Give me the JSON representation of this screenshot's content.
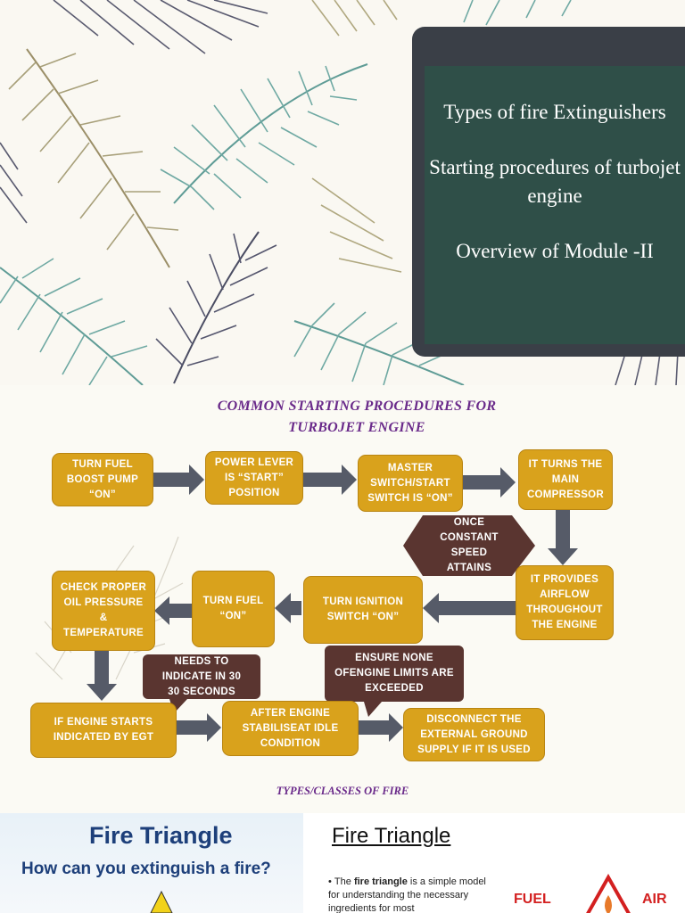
{
  "slide1": {
    "lines": [
      "Types of fire Extinguishers",
      "Starting procedures of turbojet engine",
      "Overview of Module -II"
    ]
  },
  "slide2": {
    "title_line1": "COMMON STARTING PROCEDURES FOR",
    "title_line2": "TURBOJET ENGINE",
    "steps": [
      "TURN FUEL\nBOOST PUMP\n“ON”",
      "POWER LEVER\nIS “START”\nPOSITION",
      "MASTER\nSWITCH/START\nSWITCH IS “ON”",
      "IT TURNS THE\nMAIN\nCOMPRESSOR",
      "IT PROVIDES\nAIRFLOW\nTHROUGHOUT\nTHE ENGINE",
      "TURN IGNITION\nSWITCH  “ON”",
      "TURN FUEL\n“ON”",
      "CHECK PROPER\nOIL PRESSURE\n&\nTEMPERATURE",
      "IF ENGINE STARTS\nINDICATED BY EGT",
      "AFTER ENGINE\nSTABILISEAT IDLE\nCONDITION",
      "DISCONNECT THE\nEXTERNAL GROUND\nSUPPLY IF IT IS USED"
    ],
    "notes": {
      "constant_speed": "ONCE\nCONSTANT\nSPEED\nATTAINS",
      "indicate": "NEEDS TO\nINDICATE IN 30\n30 SECONDS",
      "engine_limits": "ENSURE NONE\nOFENGINE LIMITS ARE\nEXCEEDED"
    },
    "colors": {
      "box": "#d9a21c",
      "note": "#5a3530",
      "arrow": "#565b68",
      "title": "#6a2a8a"
    }
  },
  "slide3": {
    "title": "TYPES/CLASSES OF FIRE",
    "left_title": "Fire Triangle",
    "left_subtitle": "How can you extinguish a fire?",
    "right_title": "Fire Triangle",
    "bullet_pre": "The ",
    "bullet_bold": "fire triangle",
    "bullet_post": " is a simple model for understanding the necessary ingredients for most",
    "label_fuel": "FUEL",
    "label_air": "AIR"
  }
}
